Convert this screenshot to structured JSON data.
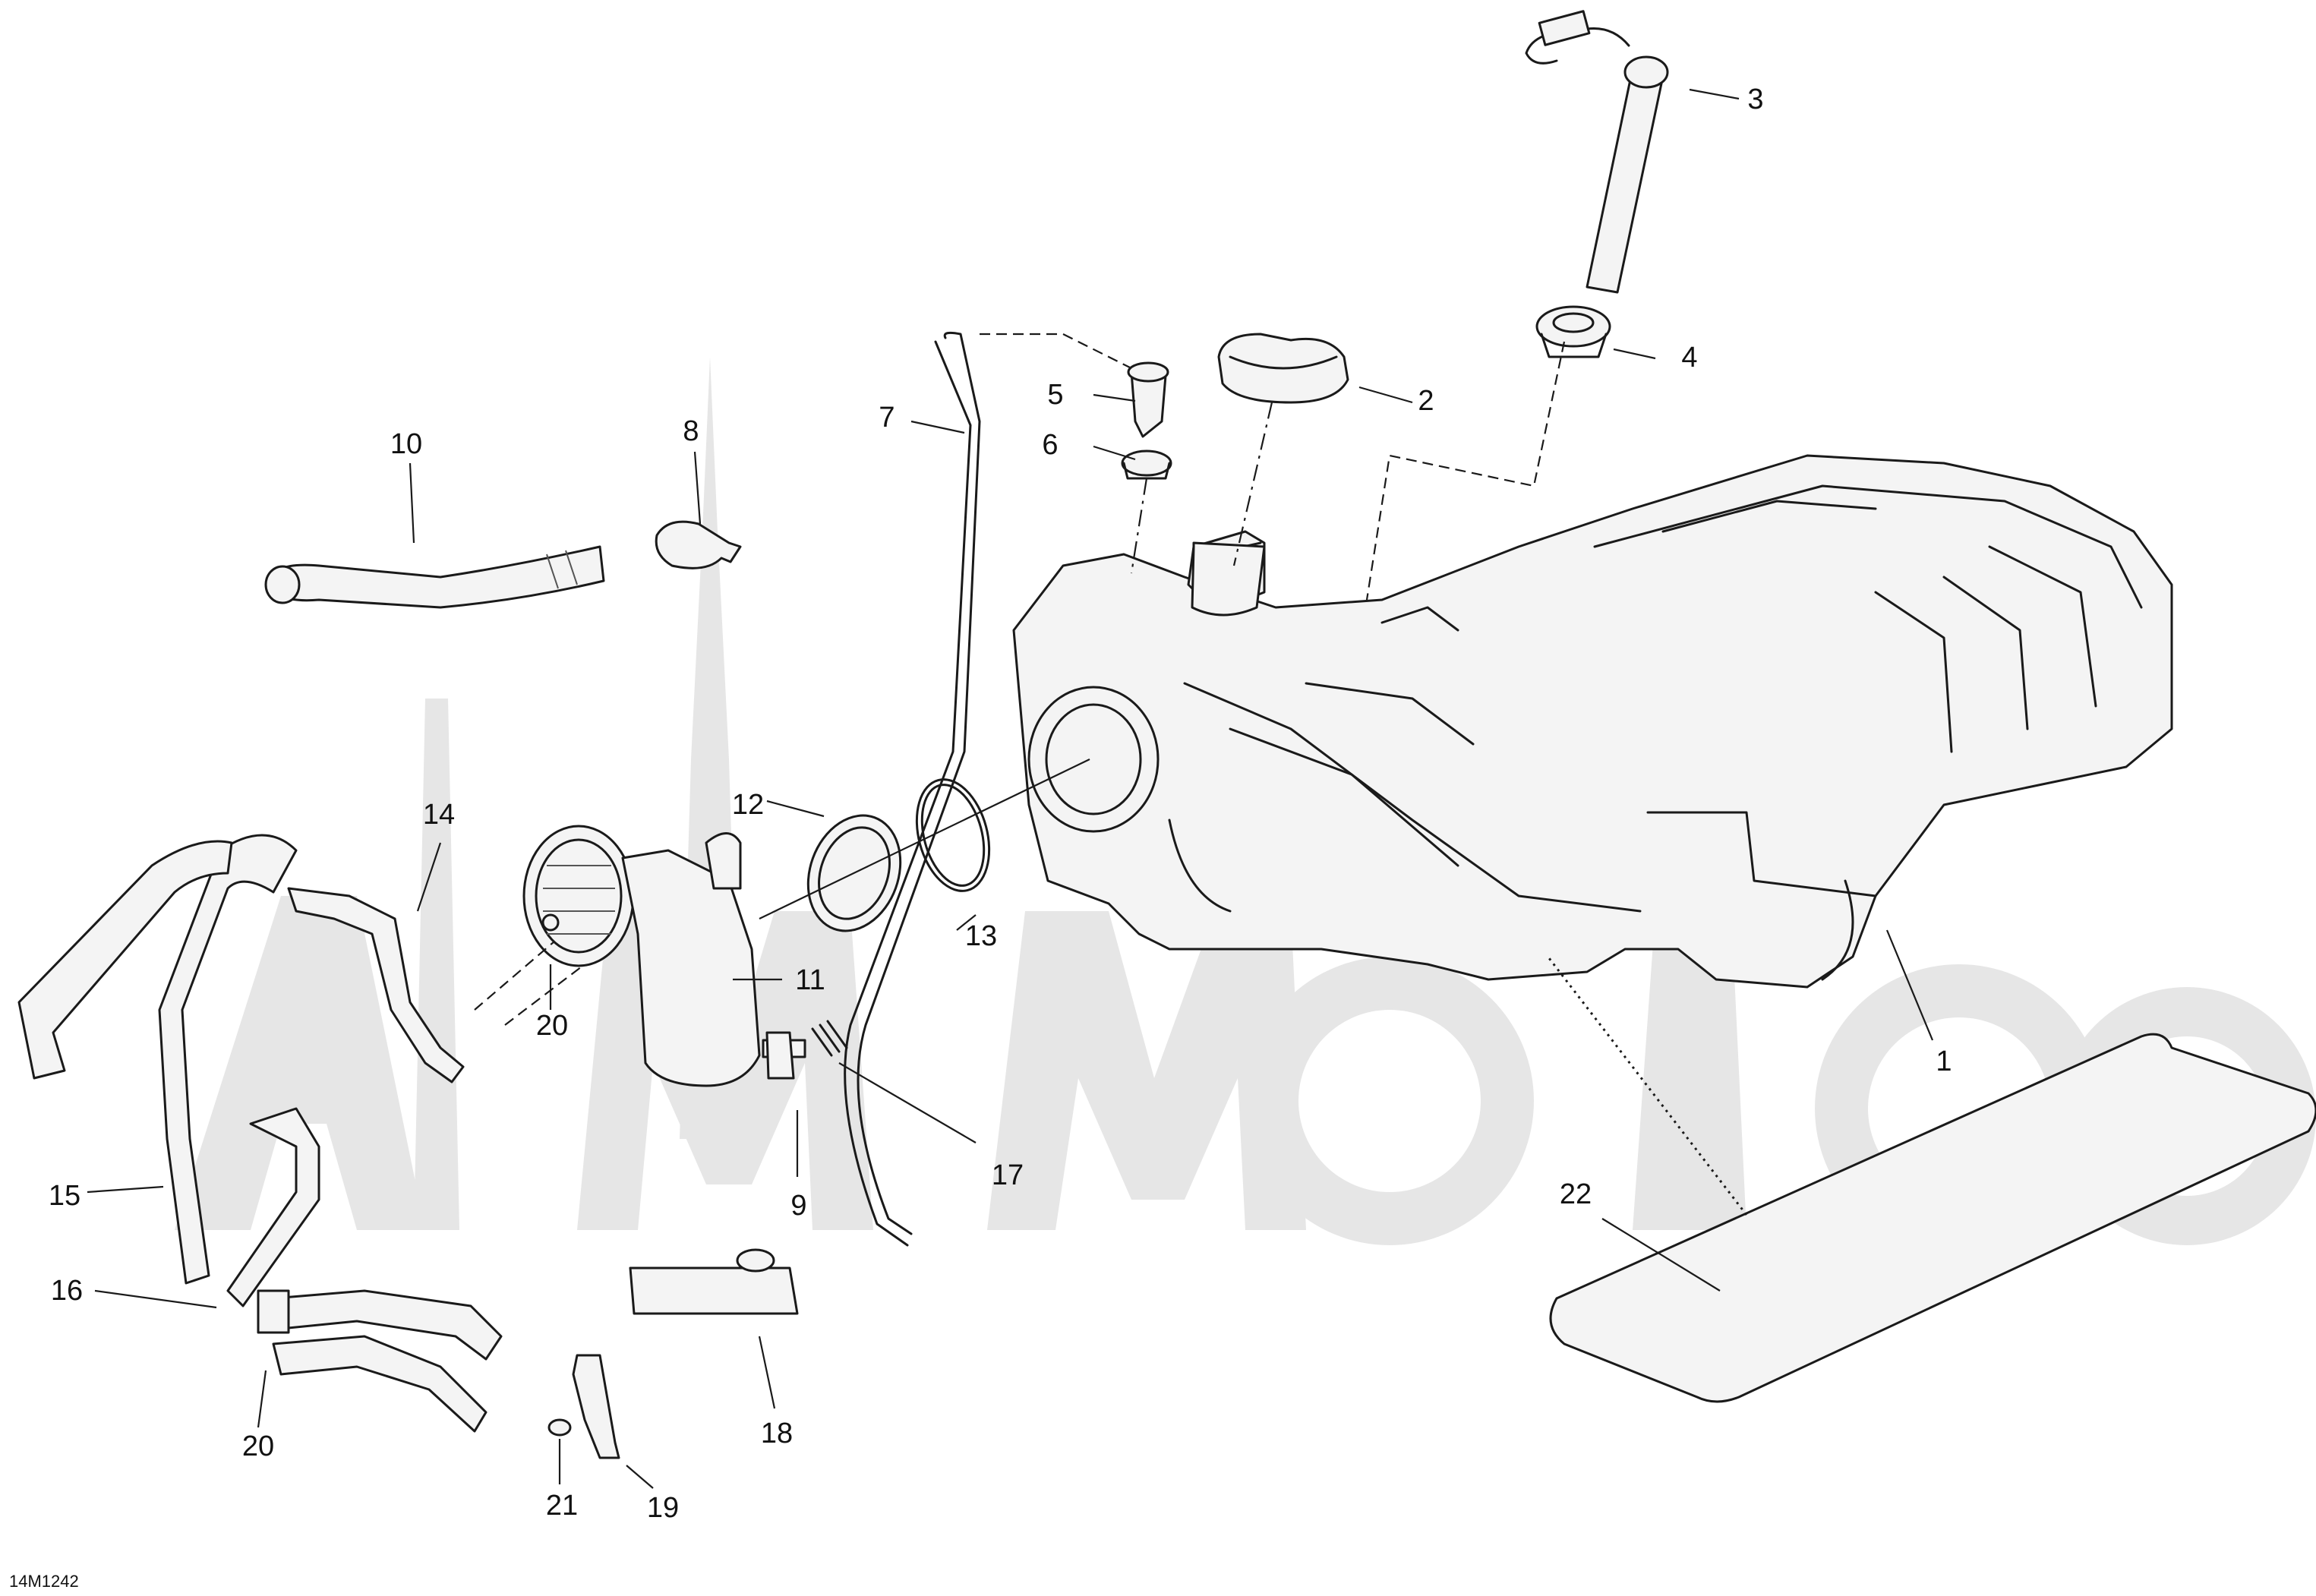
{
  "drawing_number": "14M1242",
  "callouts": [
    {
      "id": "callout-1",
      "label": "1"
    },
    {
      "id": "callout-2",
      "label": "2"
    },
    {
      "id": "callout-3",
      "label": "3"
    },
    {
      "id": "callout-4",
      "label": "4"
    },
    {
      "id": "callout-5",
      "label": "5"
    },
    {
      "id": "callout-6",
      "label": "6"
    },
    {
      "id": "callout-7",
      "label": "7"
    },
    {
      "id": "callout-8",
      "label": "8"
    },
    {
      "id": "callout-9",
      "label": "9"
    },
    {
      "id": "callout-10",
      "label": "10"
    },
    {
      "id": "callout-11",
      "label": "11"
    },
    {
      "id": "callout-12",
      "label": "12"
    },
    {
      "id": "callout-13",
      "label": "13"
    },
    {
      "id": "callout-14",
      "label": "14"
    },
    {
      "id": "callout-15",
      "label": "15"
    },
    {
      "id": "callout-16",
      "label": "16"
    },
    {
      "id": "callout-17",
      "label": "17"
    },
    {
      "id": "callout-18",
      "label": "18"
    },
    {
      "id": "callout-19",
      "label": "19"
    },
    {
      "id": "callout-20a",
      "label": "20"
    },
    {
      "id": "callout-20b",
      "label": "20"
    },
    {
      "id": "callout-21",
      "label": "21"
    },
    {
      "id": "callout-22",
      "label": "22"
    }
  ]
}
